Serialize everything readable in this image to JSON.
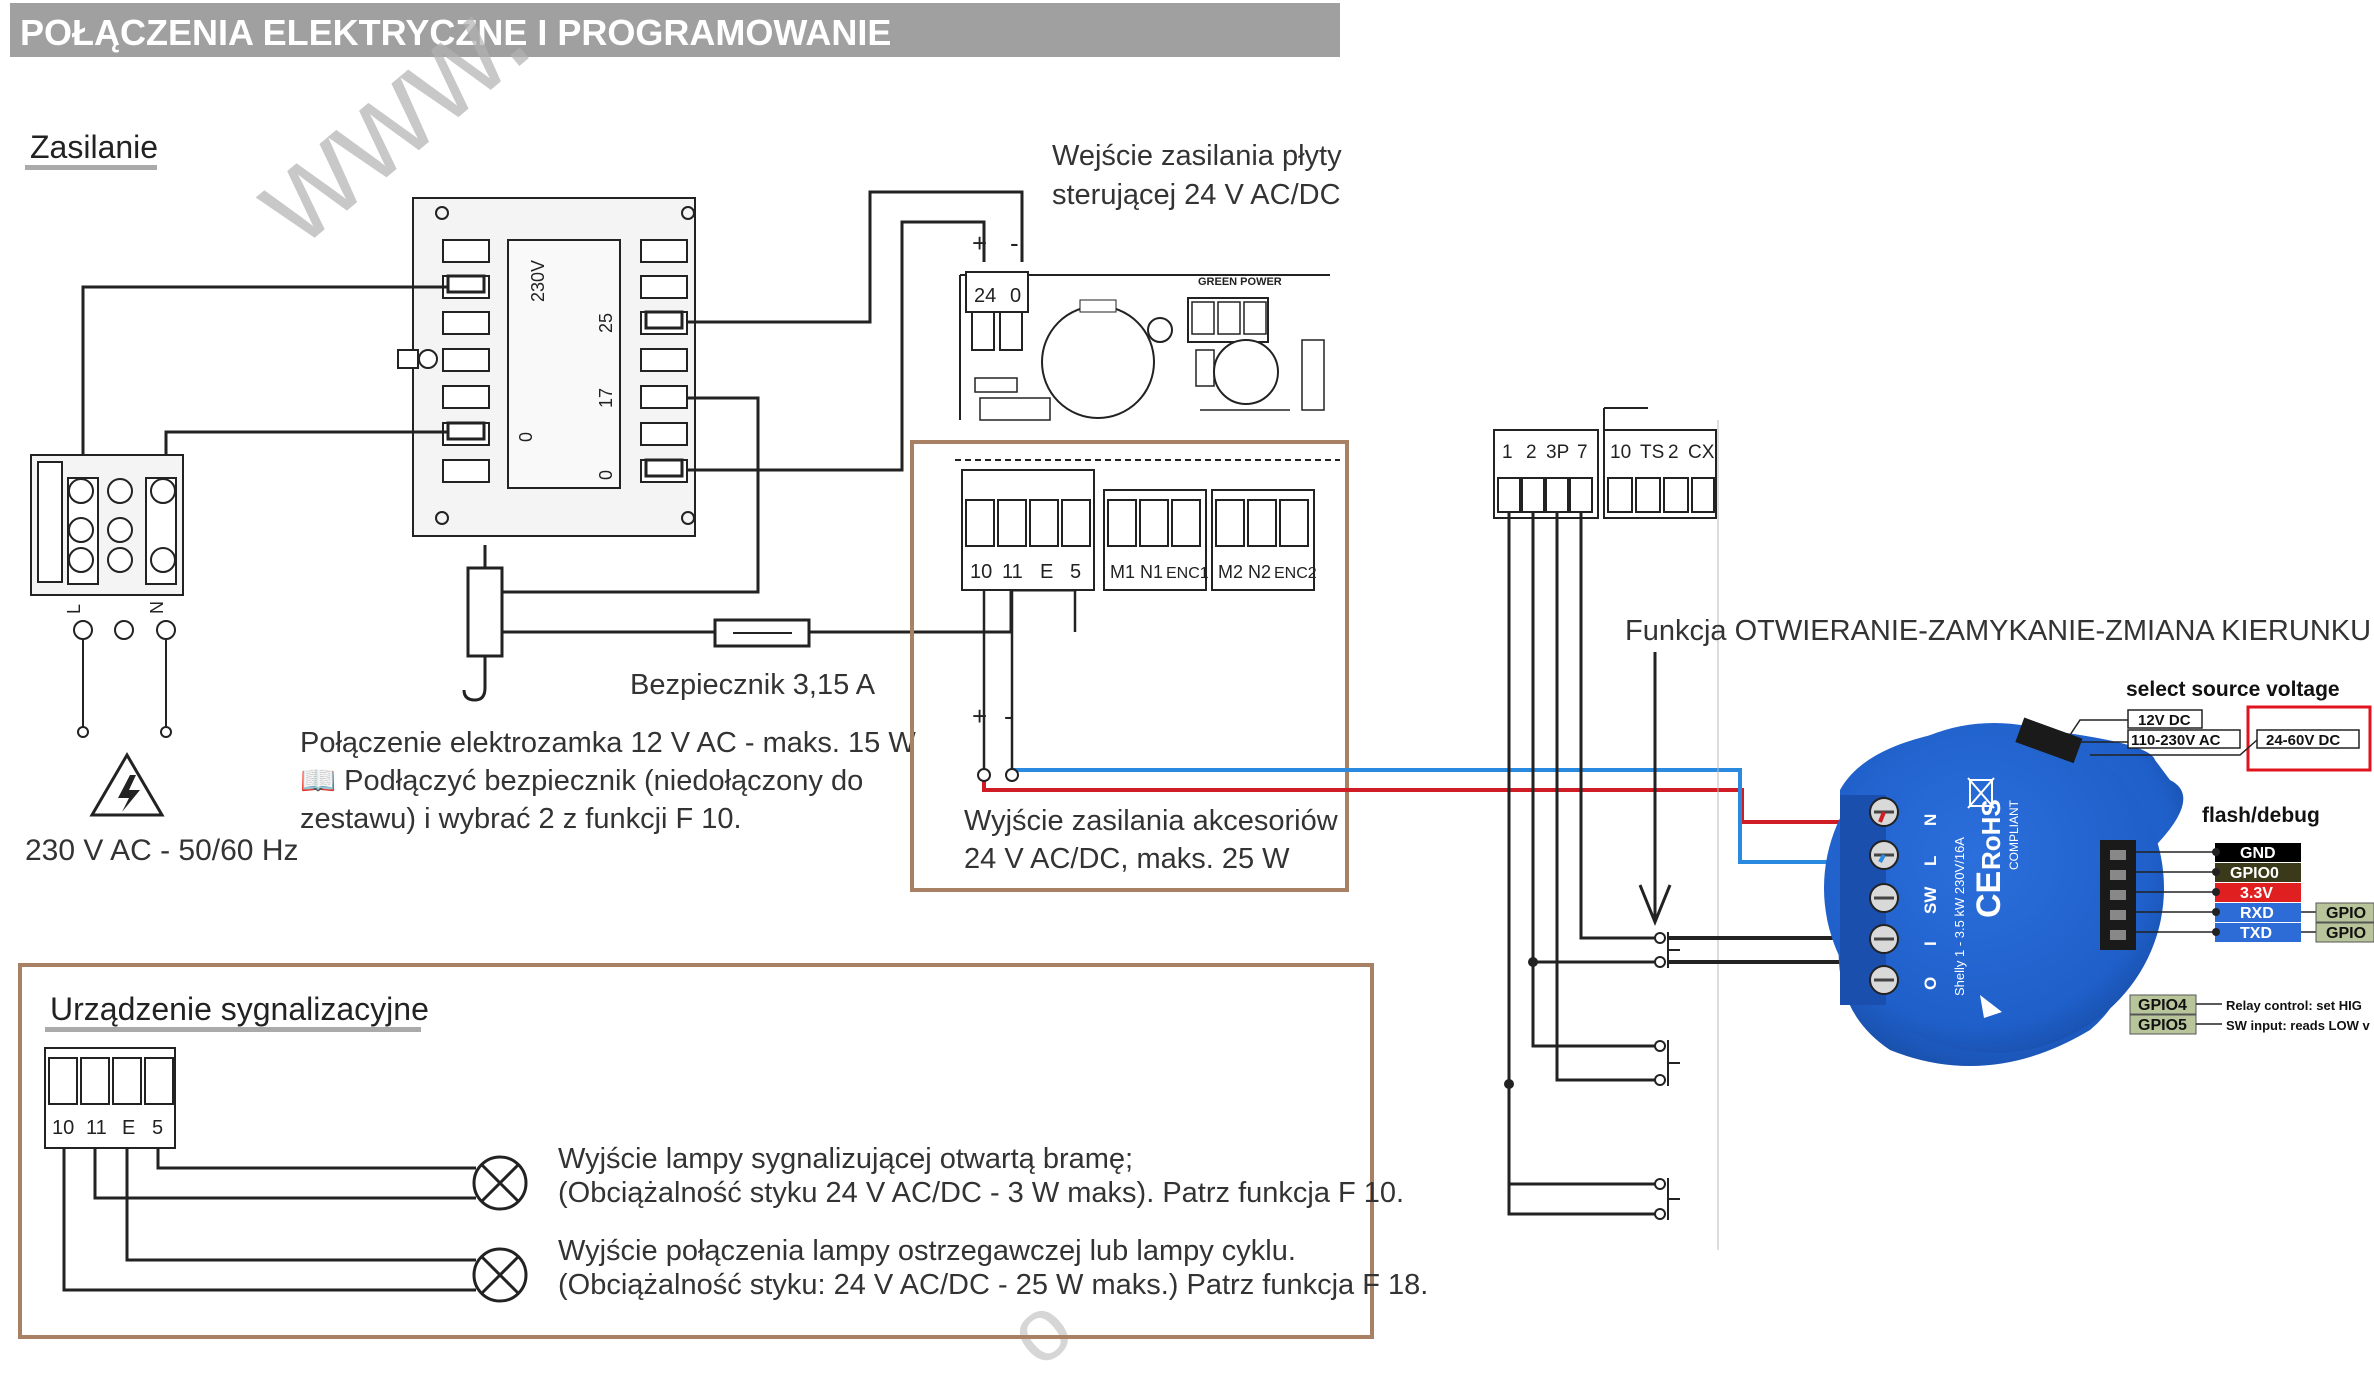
{
  "header": {
    "title": "POŁĄCZENIA ELEKTRYCZNE I PROGRAMOWANIE"
  },
  "watermark": {
    "text": "www."
  },
  "power": {
    "section_title": "Zasilanie",
    "board_input_line1": "Wejście zasilania płyty",
    "board_input_line2": "sterującej 24 V AC/DC",
    "plus": "+",
    "minus": "-",
    "board_terminals": [
      "24",
      "0"
    ],
    "green_power": "GREEN POWER",
    "transformer_labels": [
      "230V",
      "25",
      "17",
      "0",
      "0"
    ],
    "terminal_letters": [
      "L",
      "N"
    ],
    "mains_label": "230 V AC - 50/60 Hz",
    "fuse_label": "Bezpiecznik 3,15 A",
    "lock_text_line1": "Połączenie elektrozamka 12 V AC - maks. 15 W",
    "lock_text_line2": "📖 Podłączyć bezpiecznik (niedołączony do",
    "lock_text_line3": "zestawu) i wybrać 2 z funkcji F 10."
  },
  "accessories": {
    "terminals": [
      "10",
      "11",
      "E",
      "5",
      "M1",
      "N1",
      "ENC1",
      "M2",
      "N2",
      "ENC2"
    ],
    "plus": "+",
    "minus": "-",
    "output_line1": "Wyjście zasilania akcesoriów",
    "output_line2": "24 V AC/DC, maks. 25 W"
  },
  "signaling": {
    "section_title": "Urządzenie sygnalizacyjne",
    "terminals": [
      "10",
      "11",
      "E",
      "5"
    ],
    "lamp1_line1": "Wyjście lampy sygnalizującej otwartą bramę;",
    "lamp1_line2": "(Obciążalność styku 24 V AC/DC - 3 W maks). Patrz funkcja F 10.",
    "lamp2_line1": "Wyjście połączenia lampy ostrzegawczej lub lampy cyklu.",
    "lamp2_line2": "(Obciążalność styku: 24 V AC/DC - 25 W maks.) Patrz funkcja F 18."
  },
  "control_terminals": {
    "group1": [
      "1",
      "2",
      "3P",
      "7"
    ],
    "group2": [
      "10",
      "TS",
      "2",
      "CX"
    ],
    "function_label": "Funkcja OTWIERANIE-ZAMYKANIE-ZMIANA KIERUNKU"
  },
  "shelly": {
    "select_voltage_title": "select source voltage",
    "voltage_options": [
      "12V DC",
      "110-230V AC",
      "24-60V DC"
    ],
    "flash_debug_title": "flash/debug",
    "debug_pins": [
      {
        "label": "GND",
        "color": "#000000"
      },
      {
        "label": "GPIO0",
        "color": "#3a3a1a"
      },
      {
        "label": "3.3V",
        "color": "#e02020"
      },
      {
        "label": "RXD",
        "color": "#2d6bd6"
      },
      {
        "label": "TXD",
        "color": "#2d6bd6"
      }
    ],
    "side_gpio": [
      "GPIO",
      "GPIO"
    ],
    "gpio_info": [
      {
        "label": "GPIO4",
        "text": "Relay control: set HIG"
      },
      {
        "label": "GPIO5",
        "text": "SW input: reads LOW v"
      }
    ],
    "terminal_letters": [
      "N",
      "L",
      "SW",
      "I",
      "O"
    ],
    "device_text_1": "Shelly 1 - 3.5 kW 230V/16A",
    "device_text_2": "RoHS",
    "device_text_3": "COMPLIANT",
    "ce_mark": "CE",
    "colors": {
      "body": "#1f5fc9",
      "body_dark": "#1a4fae",
      "highlight": "#e0141e",
      "red_wire": "#d01c24",
      "blue_wire": "#2a8ae0"
    }
  }
}
